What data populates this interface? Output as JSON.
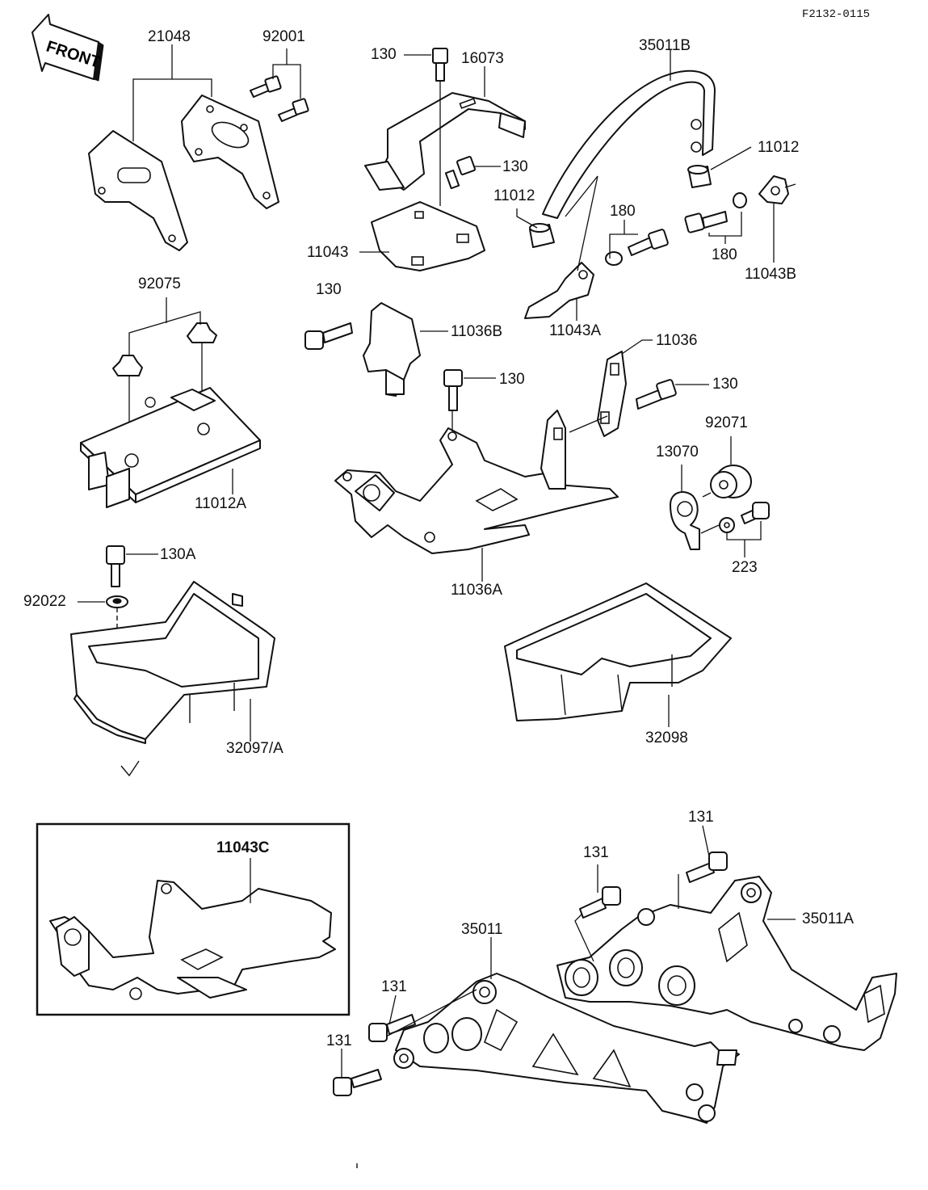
{
  "figure_code": "F2132-0115",
  "front_badge": "FRONT",
  "labels": {
    "p21048": "21048",
    "p92001": "92001",
    "p130_top": "130",
    "p16073": "16073",
    "p35011B": "35011B",
    "p11012_r": "11012",
    "p130_mid": "130",
    "p11012_m": "11012",
    "p180_top": "180",
    "p180_bot": "180",
    "p11043B": "11043B",
    "p11043": "11043",
    "p92075": "92075",
    "p130_l": "130",
    "p11036B": "11036B",
    "p11043A": "11043A",
    "p11036": "11036",
    "p130_c": "130",
    "p130_r": "130",
    "p92071": "92071",
    "p13070": "13070",
    "p11012A": "11012A",
    "p130A": "130A",
    "p223": "223",
    "p11036A": "11036A",
    "p92022": "92022",
    "p32097A": "32097/A",
    "p32098": "32098",
    "p11043C": "11043C",
    "p131_a": "131",
    "p131_b": "131",
    "p35011": "35011",
    "p35011A": "35011A",
    "p131_c": "131",
    "p131_d": "131"
  }
}
